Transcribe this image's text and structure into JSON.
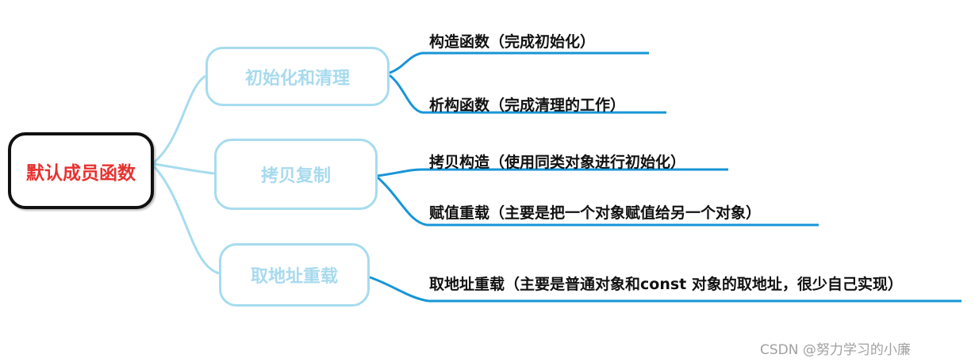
{
  "root": {
    "label": "默认成员函数"
  },
  "branches": [
    {
      "label": "初始化和清理",
      "leaves": [
        "构造函数（完成初始化）",
        "析构函数（完成清理的工作）"
      ]
    },
    {
      "label": "拷贝复制",
      "leaves": [
        "拷贝构造（使用同类对象进行初始化）",
        "赋值重载（主要是把一个对象赋值给另一个对象）"
      ]
    },
    {
      "label": "取地址重载",
      "leaves": [
        "取地址重载（主要是普通对象和const 对象的取地址，很少自己实现）"
      ]
    }
  ],
  "watermark": "CSDN @努力学习的小廉",
  "colors": {
    "root_border": "#111111",
    "root_text": "#e8312f",
    "branch_border": "#a6dcee",
    "branch_text": "#a8daee",
    "connector_light": "#a6dcee",
    "connector_dark": "#1795d6",
    "leaf_text": "#111111"
  }
}
